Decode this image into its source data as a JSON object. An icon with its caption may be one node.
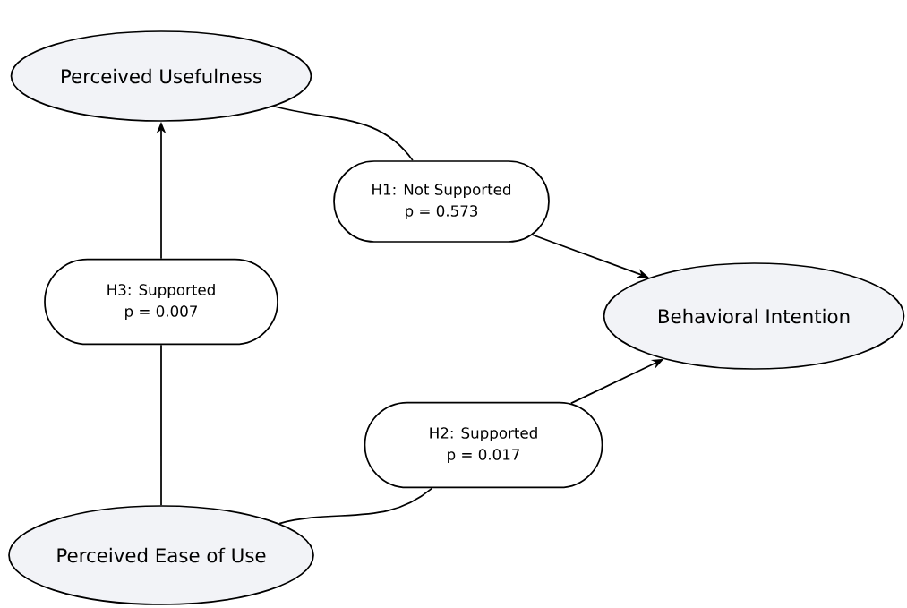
{
  "diagram": {
    "nodes": [
      {
        "text": [
          "Perceived Usefulness"
        ]
      },
      {
        "text": [
          "H1: Not Supported",
          "p = 0.573"
        ]
      },
      {
        "text": [
          "Behavioral Intention"
        ]
      },
      {
        "text": [
          "H3: Supported",
          "p = 0.007"
        ]
      },
      {
        "text": [
          "H2: Supported",
          "p = 0.017"
        ]
      },
      {
        "text": [
          "Perceived Ease of Use"
        ]
      }
    ],
    "edges": [
      {
        "from": 0,
        "to": 1,
        "arrow": "none"
      },
      {
        "from": 1,
        "to": 2,
        "arrow": "to"
      },
      {
        "from": 5,
        "to": 3,
        "arrow": "none"
      },
      {
        "from": 3,
        "to": 0,
        "arrow": "to"
      },
      {
        "from": 5,
        "to": 4,
        "arrow": "none"
      },
      {
        "from": 4,
        "to": 2,
        "arrow": "to"
      }
    ]
  }
}
